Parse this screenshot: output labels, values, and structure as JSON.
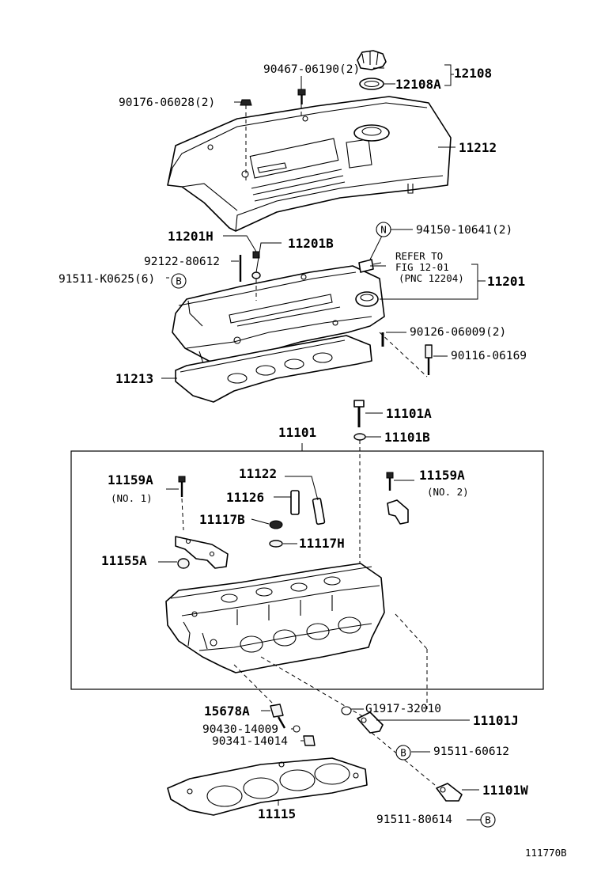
{
  "diagram": {
    "figure_code": "111770B",
    "callouts": {
      "p_90467": "90467-06190(2)",
      "p_12108": "12108",
      "p_12108A": "12108A",
      "p_90176": "90176-06028(2)",
      "p_11212": "11212",
      "p_94150": "94150-10641(2)",
      "p_11201H": "11201H",
      "p_11201B": "11201B",
      "p_92122": "92122-80612",
      "p_91511K": "91511-K0625(6)",
      "p_refer1": "REFER TO",
      "p_refer2": "FIG 12-01",
      "p_refer3": "(PNC 12204)",
      "p_11201": "11201",
      "p_90126": "90126-06009(2)",
      "p_90116": "90116-06169",
      "p_11213": "11213",
      "p_11101A": "11101A",
      "p_11101": "11101",
      "p_11101B": "11101B",
      "p_11159A_1": "11159A",
      "p_no1": "(NO. 1)",
      "p_11122": "11122",
      "p_11159A_2": "11159A",
      "p_no2": "(NO. 2)",
      "p_11126": "11126",
      "p_11117B": "11117B",
      "p_11117H": "11117H",
      "p_11155A": "11155A",
      "p_15678A": "15678A",
      "p_G1917": "G1917-32010",
      "p_11101J": "11101J",
      "p_90430": "90430-14009",
      "p_90341": "90341-14014",
      "p_91511_606": "91511-60612",
      "p_11101W": "11101W",
      "p_11115": "11115",
      "p_91511_806": "91511-80614"
    },
    "markers": {
      "n_marker": "N",
      "b_marker_1": "B",
      "b_marker_2": "B",
      "b_marker_3": "B"
    }
  }
}
